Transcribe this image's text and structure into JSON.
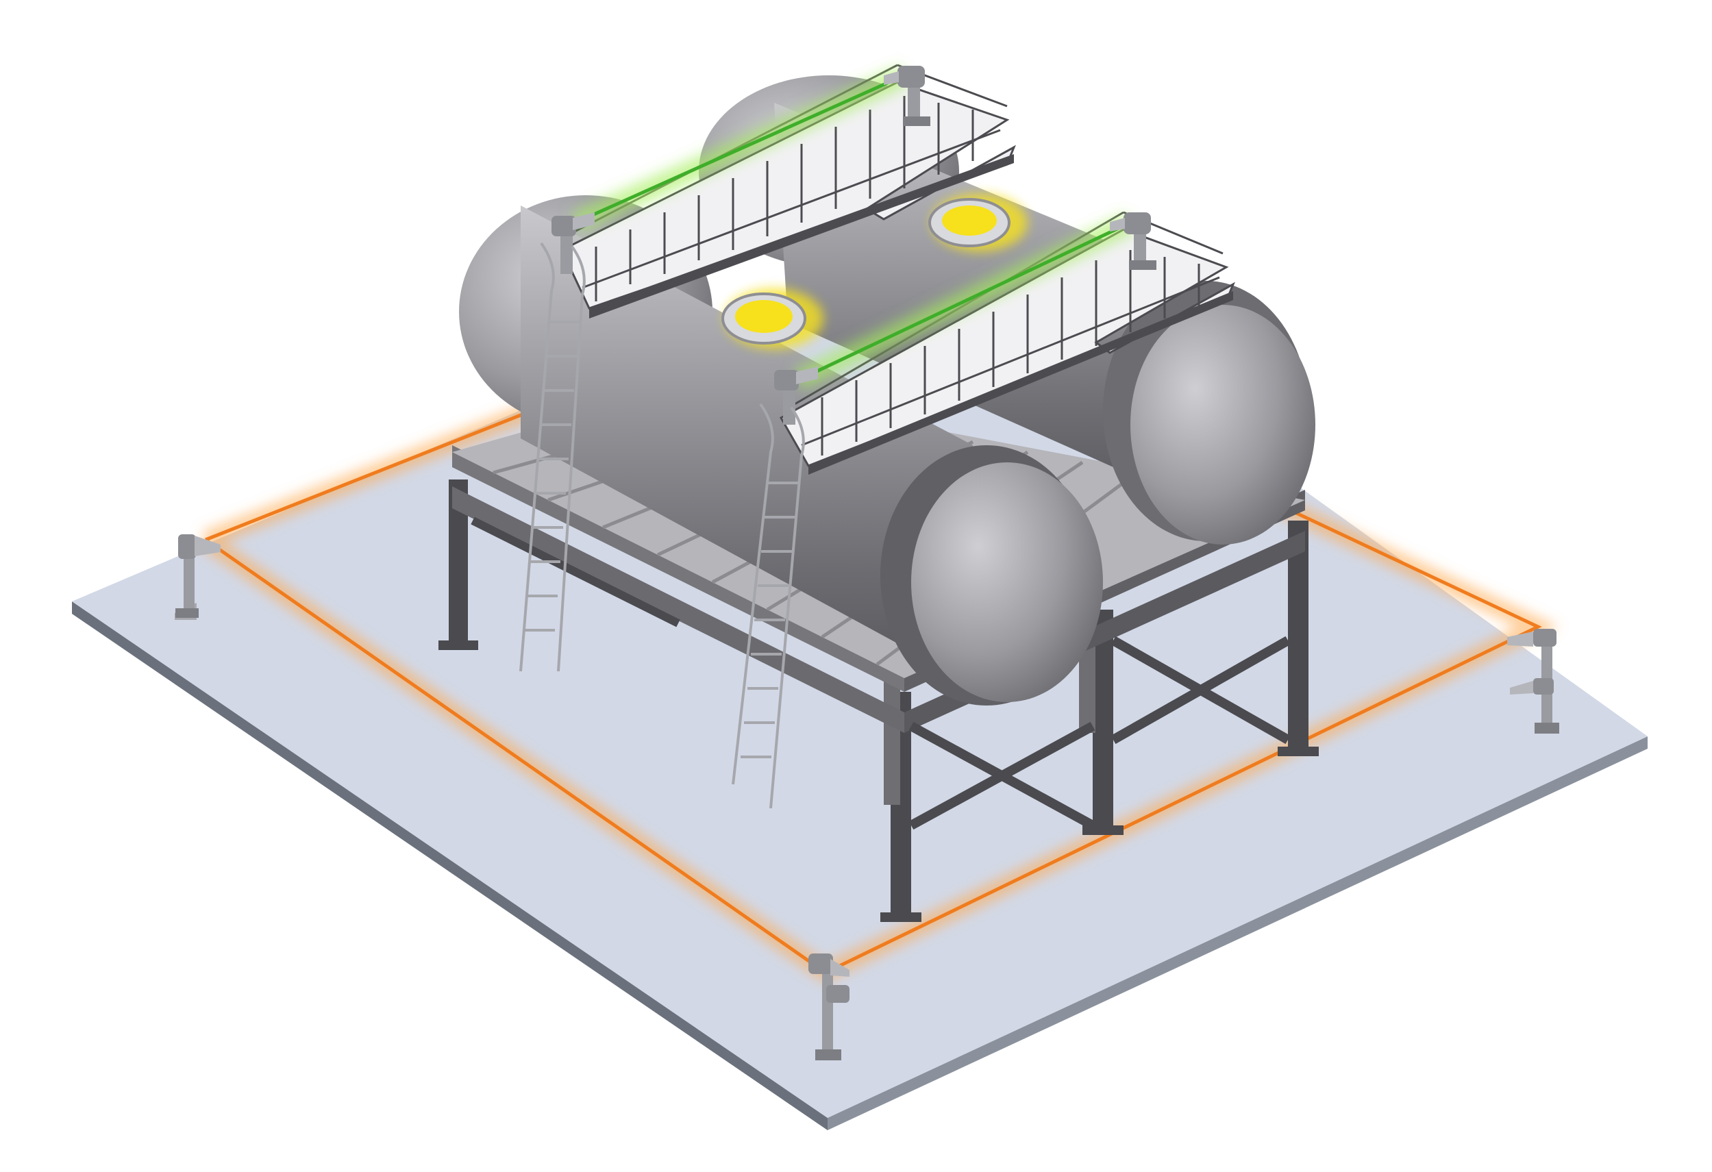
{
  "scene": {
    "subject": "isometric-storage-tank-installation",
    "tank_count": 2,
    "ladder_count": 2,
    "hatch_count": 2,
    "perimeter_sensor_posts": 4,
    "roof_sensor_posts": 4
  },
  "colors": {
    "background": "#ffffff",
    "slab_top": "#d2d8e6",
    "slab_edge": "#606873",
    "slab_side": "#8a919c",
    "tank_light": "#c8c8cc",
    "tank_mid": "#8e8e93",
    "tank_dark": "#4a4a4f",
    "steel_frame": "#55555a",
    "steel_frame_light": "#8e8e93",
    "deck_top": "#f1f1f3",
    "railing": "#4b4b50",
    "perimeter_beam": "#f07c1e",
    "perimeter_glow": "#ffb060",
    "roof_beam": "#3fae2a",
    "roof_glow": "#a6ee5e",
    "hatch_glow": "#f6e11c",
    "hatch_ring": "#d9dadd",
    "post": "#9a9ba0"
  },
  "icons": {
    "sensor_post": "beam-sensor-icon",
    "ladder": "ladder-icon",
    "hatch": "manhole-icon"
  }
}
